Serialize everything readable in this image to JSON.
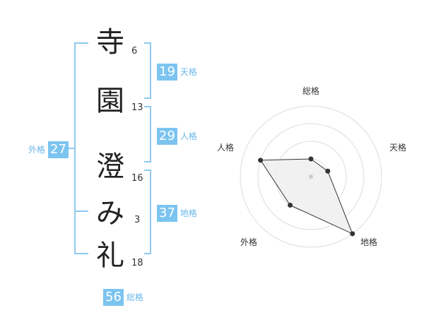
{
  "characters": [
    {
      "char": "寺",
      "strokes": "6"
    },
    {
      "char": "園",
      "strokes": "13"
    },
    {
      "char": "澄",
      "strokes": "16"
    },
    {
      "char": "み",
      "strokes": "3"
    },
    {
      "char": "礼",
      "strokes": "18"
    }
  ],
  "kaku": {
    "tenkaku": {
      "value": "19",
      "label": "天格"
    },
    "jinkaku": {
      "value": "29",
      "label": "人格"
    },
    "chikaku": {
      "value": "37",
      "label": "地格"
    },
    "gaikaku": {
      "value": "27",
      "label": "外格"
    },
    "soukaku": {
      "value": "56",
      "label": "総格"
    }
  },
  "colors": {
    "accent": "#7cc4f0",
    "bracket": "#8fcaf0",
    "text": "#222222"
  },
  "chart_data": {
    "type": "radar",
    "axes": [
      "総格",
      "天格",
      "地格",
      "外格",
      "人格"
    ],
    "values": [
      1,
      1,
      4,
      2,
      3
    ],
    "max": 4,
    "rings": 4
  }
}
